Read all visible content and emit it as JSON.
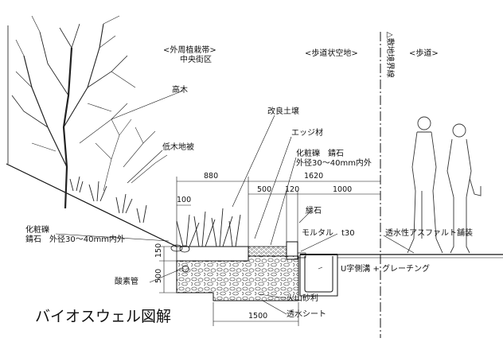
{
  "zones": {
    "planting": "<外周植栽帯>",
    "planting_sub": "中央街区",
    "pedestrian_void": "<歩道状空地>",
    "sidewalk": "<歩道>",
    "boundary": "△敷地境界線"
  },
  "callouts": {
    "tall_tree": "高木",
    "improved_soil": "改良土壌",
    "low_shrub": "低木地被",
    "edge_material": "エッジ材",
    "decor_gravel_top_1": "化粧礫　錆石",
    "decor_gravel_top_2": "外径30～40mm内外",
    "decor_gravel_left_1": "化粧礫",
    "decor_gravel_left_2": "錆石　外径30～40mm内外",
    "curb_stone": "縁石",
    "mortar": "モルタル　t30",
    "permeable_asphalt": "透水性アスファルト舗装",
    "oxygen_pipe": "酸素管",
    "u_gutter": "U字側溝 + グレーチング",
    "volcanic_gravel": "火山砂利",
    "permeable_sheet": "透水シート"
  },
  "dimensions": {
    "w880": "880",
    "w1620": "1620",
    "w500": "500",
    "w120": "120",
    "w1000": "1000",
    "h100": "100",
    "h150": "150",
    "h500": "500",
    "w1500": "1500"
  },
  "title": "バイオスウェル図解"
}
